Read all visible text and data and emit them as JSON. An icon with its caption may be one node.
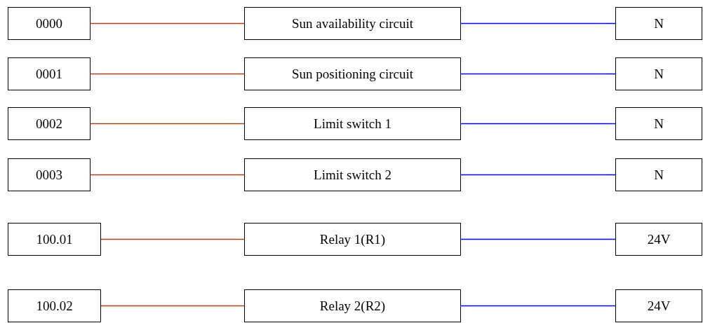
{
  "diagram": {
    "nodes": [
      {
        "text": [
          "0000"
        ]
      },
      {
        "text": [
          "Sun availability circuit"
        ]
      },
      {
        "text": [
          "N"
        ]
      },
      {
        "text": [
          "0001"
        ]
      },
      {
        "text": [
          "Sun positioning circuit"
        ]
      },
      {
        "text": [
          "N"
        ]
      },
      {
        "text": [
          "0002"
        ]
      },
      {
        "text": [
          "Limit switch 1"
        ]
      },
      {
        "text": [
          "N"
        ]
      },
      {
        "text": [
          "0003"
        ]
      },
      {
        "text": [
          "Limit switch 2"
        ]
      },
      {
        "text": [
          "N"
        ]
      },
      {
        "text": [
          "100.01"
        ]
      },
      {
        "text": [
          "Relay 1(R1)"
        ]
      },
      {
        "text": [
          "24V"
        ]
      },
      {
        "text": [
          "100.02"
        ]
      },
      {
        "text": [
          "Relay 2(R2)"
        ]
      },
      {
        "text": [
          "24V"
        ]
      }
    ],
    "edges": [
      {
        "from": 0,
        "to": 1,
        "arrow": "none",
        "color": "#a0461e"
      },
      {
        "from": 1,
        "to": 2,
        "arrow": "none",
        "color": "#0000ff"
      },
      {
        "from": 3,
        "to": 4,
        "arrow": "none",
        "color": "#a0461e"
      },
      {
        "from": 4,
        "to": 5,
        "arrow": "none",
        "color": "#0000ff"
      },
      {
        "from": 6,
        "to": 7,
        "arrow": "none",
        "color": "#a0461e"
      },
      {
        "from": 7,
        "to": 8,
        "arrow": "none",
        "color": "#0000ff"
      },
      {
        "from": 9,
        "to": 10,
        "arrow": "none",
        "color": "#a0461e"
      },
      {
        "from": 10,
        "to": 11,
        "arrow": "none",
        "color": "#0000ff"
      },
      {
        "from": 12,
        "to": 13,
        "arrow": "none",
        "color": "#a0461e"
      },
      {
        "from": 13,
        "to": 14,
        "arrow": "none",
        "color": "#0000ff"
      },
      {
        "from": 15,
        "to": 16,
        "arrow": "none",
        "color": "#a0461e"
      },
      {
        "from": 16,
        "to": 17,
        "arrow": "none",
        "color": "#0000ff"
      }
    ]
  }
}
